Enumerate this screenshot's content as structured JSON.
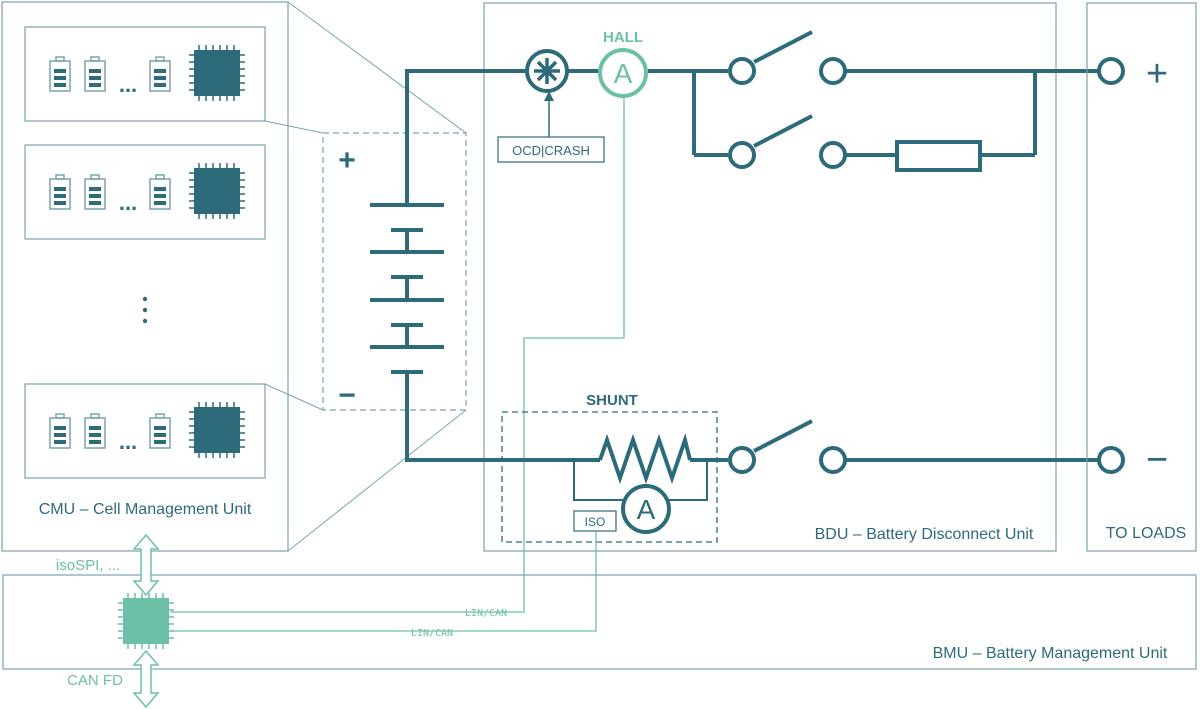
{
  "colors": {
    "dark": "#2d6a7a",
    "light": "#6cc0a8",
    "frame": "#7aa3ad",
    "chip": "#2d6a7a",
    "mcu": "#6cc0a8"
  },
  "cmu": {
    "label": "CMU – Cell Management Unit",
    "module_ellipsis": "...",
    "vertical_ellipsis": "⋮"
  },
  "pack": {
    "plus": "+",
    "minus": "−"
  },
  "bdu": {
    "label": "BDU – Battery Disconnect Unit",
    "hall_label": "HALL",
    "ammeter_symbol": "A",
    "ocd_crash_label": "OCD|CRASH",
    "shunt_label": "SHUNT",
    "iso_label": "ISO"
  },
  "loads": {
    "label": "TO LOADS",
    "plus": "+",
    "minus": "−"
  },
  "bmu": {
    "label": "BMU – Battery Management Unit",
    "isospi_label": "isoSPI, ...",
    "canfd_label": "CAN FD",
    "link1_label": "LIN/CAN",
    "link2_label": "LIN/CAN"
  }
}
